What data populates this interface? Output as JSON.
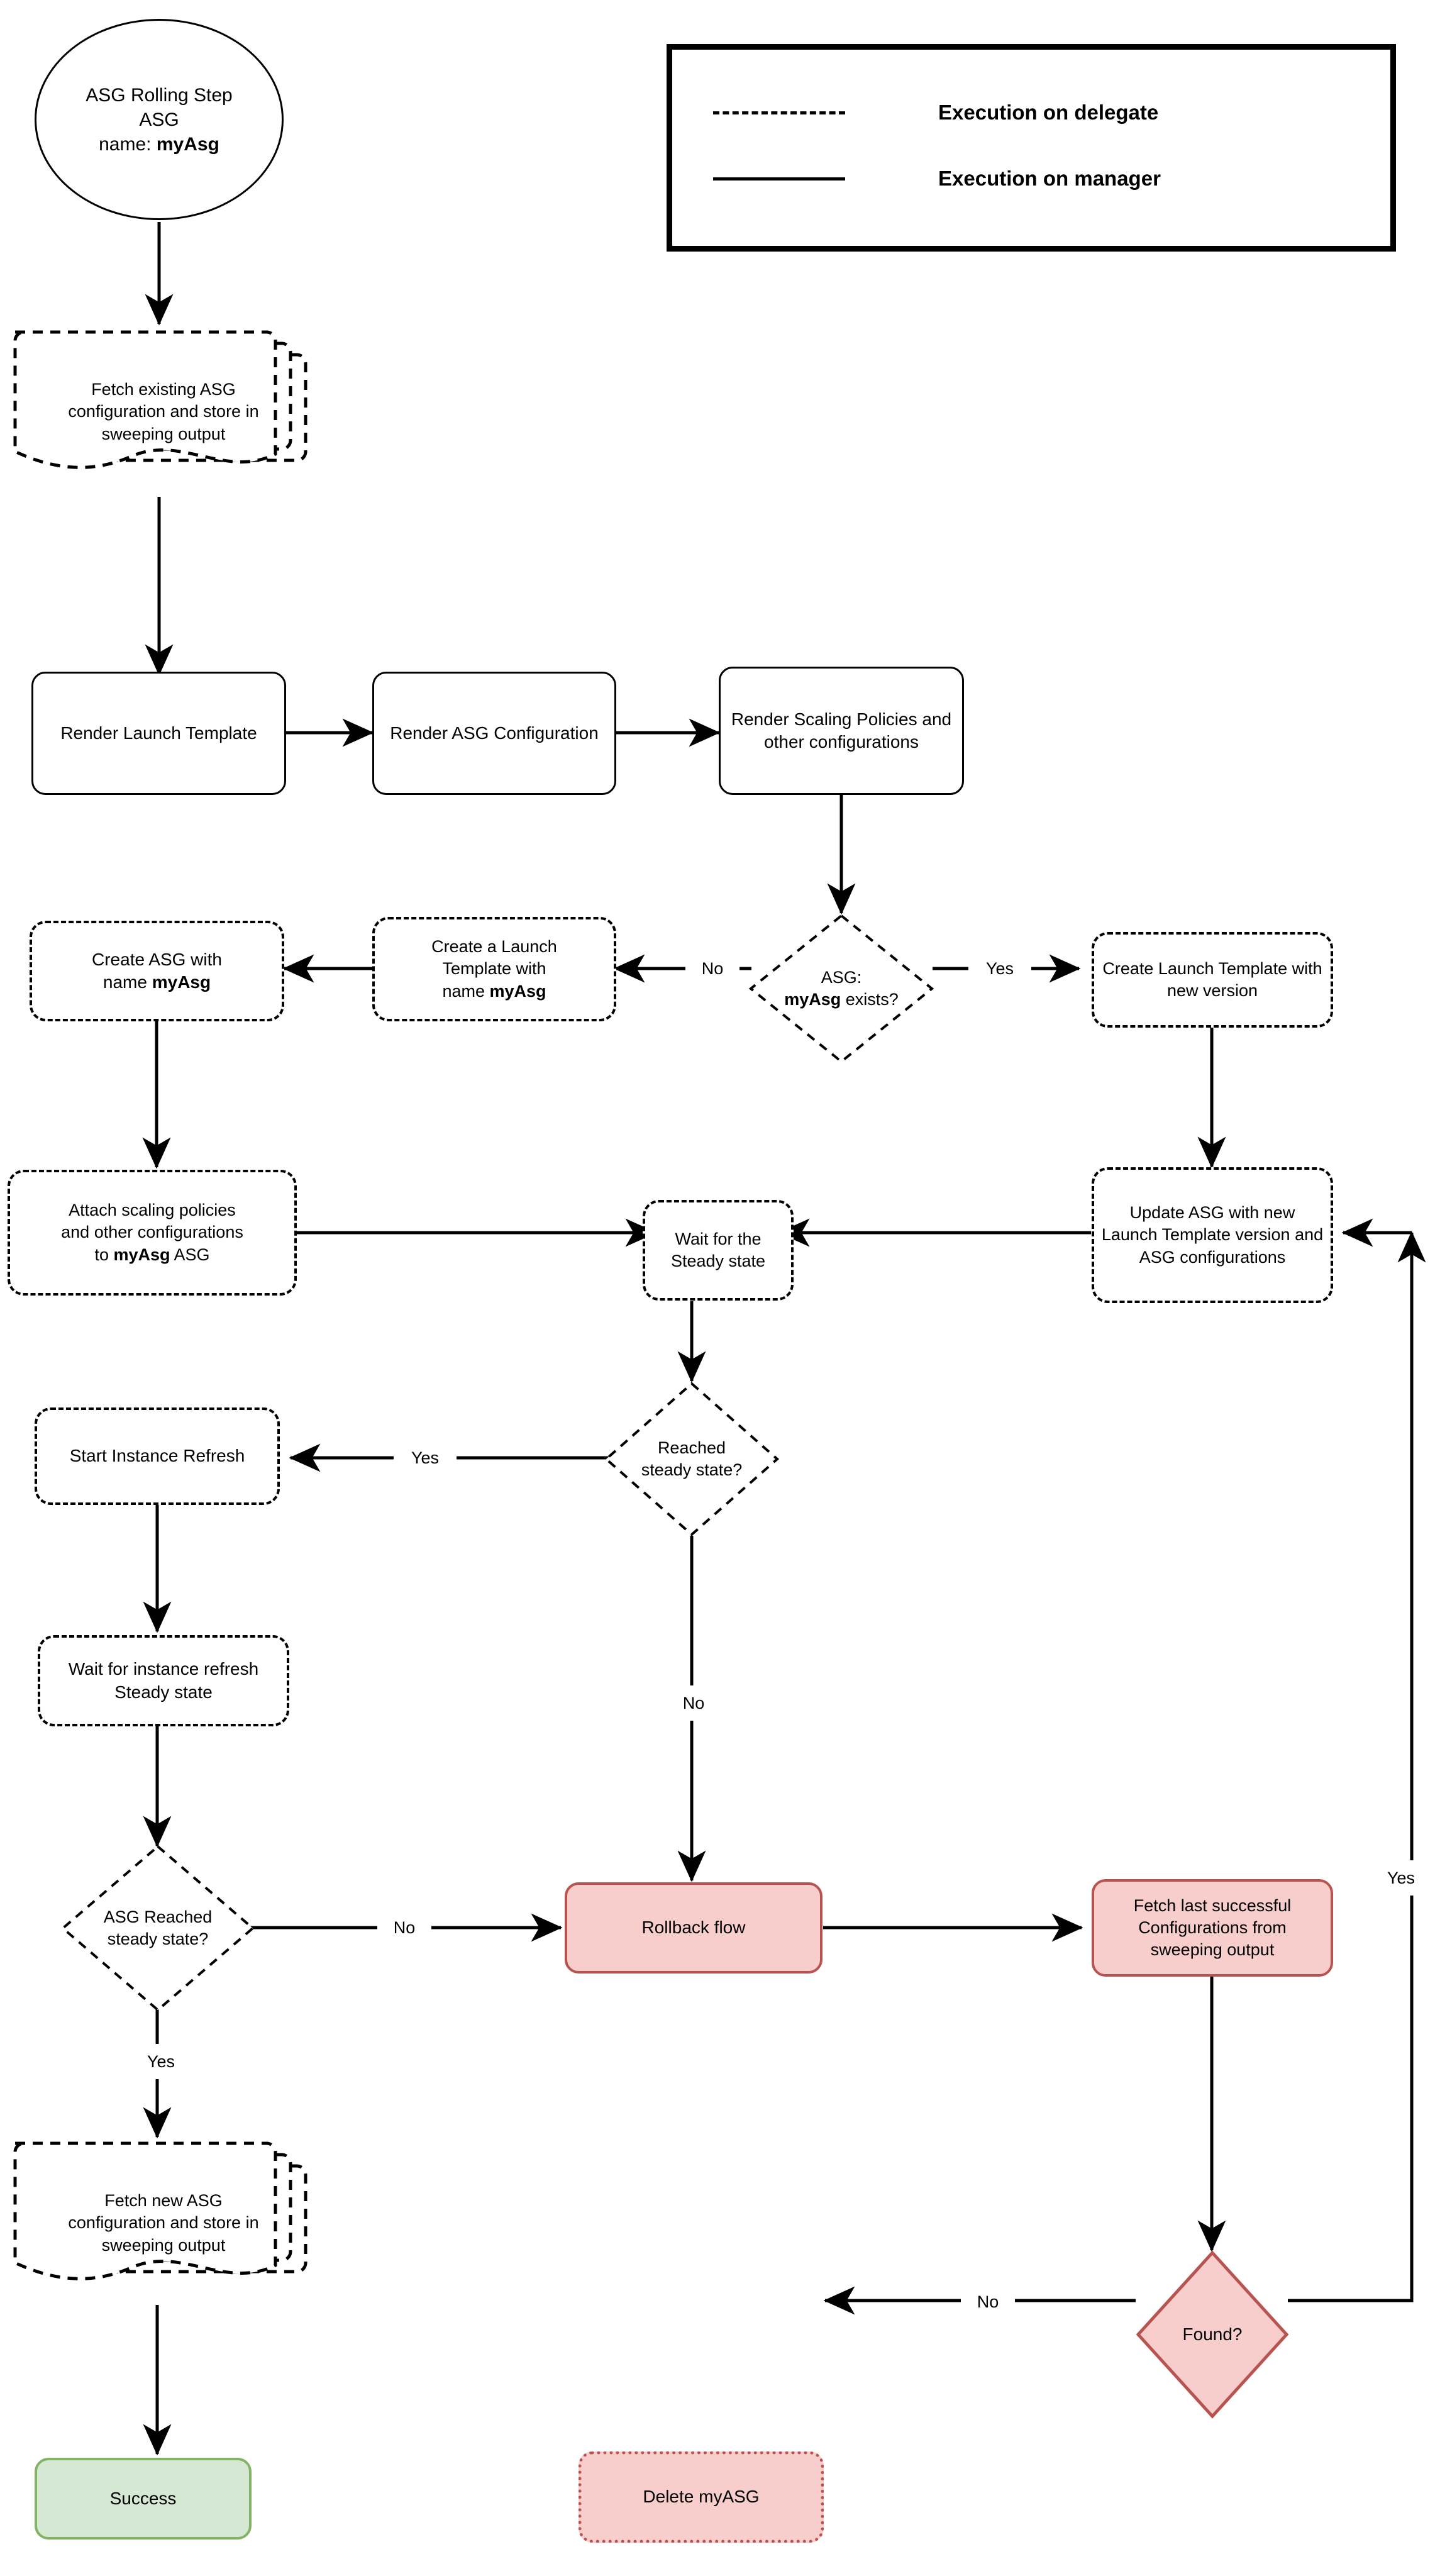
{
  "diagram": {
    "title": "ASG Rolling Step flowchart",
    "colors": {
      "red_fill": "#f8cecc",
      "red_stroke": "#b85450",
      "green_fill": "#d5e8d4",
      "green_stroke": "#82b366",
      "line": "#000000"
    }
  },
  "legend": {
    "delegate_label": "Execution on delegate",
    "manager_label": "Execution on manager"
  },
  "nodes": {
    "start": {
      "line1": "ASG Rolling Step",
      "line2": "ASG",
      "line3_prefix": "name: ",
      "line3_bold": "myAsg"
    },
    "fetch_existing": "Fetch existing ASG configuration and store in sweeping output",
    "render_launch_template": "Render Launch Template",
    "render_asg_config": "Render ASG Configuration",
    "render_scaling": "Render Scaling Policies and other configurations",
    "asg_exists": {
      "line1": "ASG:",
      "line2_bold": "myAsg",
      "line2_rest": " exists?"
    },
    "create_launch_template_name": {
      "line1": "Create a Launch",
      "line2": "Template with",
      "line3_prefix": "name ",
      "line3_bold": "myAsg"
    },
    "create_asg_name": {
      "line1": "Create ASG with",
      "line2_prefix": "name ",
      "line2_bold": "myAsg"
    },
    "create_launch_template_version": "Create Launch Template with new version",
    "attach_policies": {
      "line1": "Attach scaling policies",
      "line2": "and other configurations",
      "line3_prefix": "to ",
      "line3_bold": "myAsg",
      "line3_suffix": " ASG"
    },
    "wait_steady": "Wait for the Steady state",
    "update_asg": "Update ASG with new Launch Template version and ASG configurations",
    "reached_steady": {
      "line1": "Reached",
      "line2": "steady state?"
    },
    "start_instance_refresh": "Start Instance Refresh",
    "wait_instance_refresh": "Wait for instance refresh Steady state",
    "asg_reached_steady": {
      "line1": "ASG Reached",
      "line2": "steady state?"
    },
    "rollback_flow": "Rollback flow",
    "fetch_last_successful": "Fetch last successful Configurations from sweeping output",
    "fetch_new_asg": "Fetch new ASG configuration and store in sweeping output",
    "success": "Success",
    "delete_myasg": "Delete myASG",
    "found": "Found?"
  },
  "edge_labels": {
    "asg_exists_no": "No",
    "asg_exists_yes": "Yes",
    "reached_steady_yes": "Yes",
    "reached_steady_no": "No",
    "asg_reached_steady_no": "No",
    "asg_reached_steady_yes": "Yes",
    "found_no": "No",
    "found_yes": "Yes"
  }
}
